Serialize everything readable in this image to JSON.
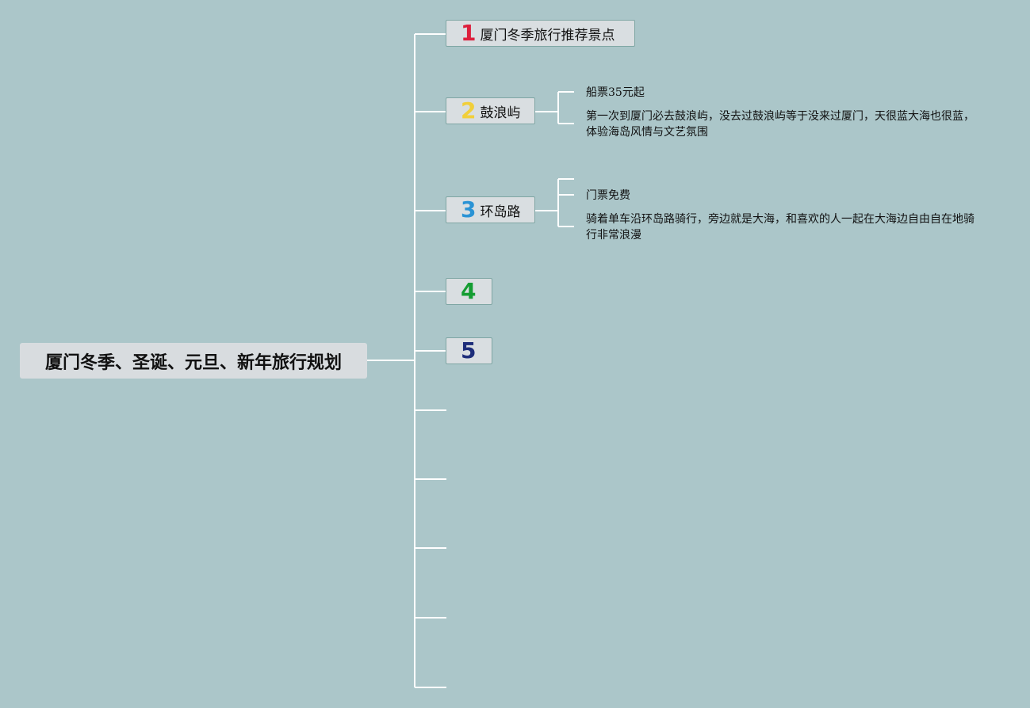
{
  "root": {
    "title": "厦门冬季、圣诞、元旦、新年旅行规划"
  },
  "branches": [
    {
      "number": "1",
      "number_color": "#dd1f3c",
      "label": "厦门冬季旅行推荐景点"
    },
    {
      "number": "2",
      "number_color": "#f1cf3b",
      "label": "鼓浪屿",
      "details": [
        "船票35元起",
        "第一次到厦门必去鼓浪屿，没去过鼓浪屿等于没来过厦门，天很蓝大海也很蓝，体验海岛风情与文艺氛围"
      ]
    },
    {
      "number": "3",
      "number_color": "#2a93d5",
      "label": "环岛路",
      "details": [
        "门票免费",
        "骑着单车沿环岛路骑行，旁边就是大海，和喜欢的人一起在大海边自由自在地骑行非常浪漫"
      ]
    },
    {
      "number": "4",
      "number_color": "#149d32",
      "label": ""
    },
    {
      "number": "5",
      "number_color": "#1d2d7a",
      "label": ""
    }
  ],
  "colors": {
    "background": "#abc6c9",
    "connector": "#ffffff",
    "node_fill": "#d9dee1",
    "node_border": "#7fa6a4"
  }
}
